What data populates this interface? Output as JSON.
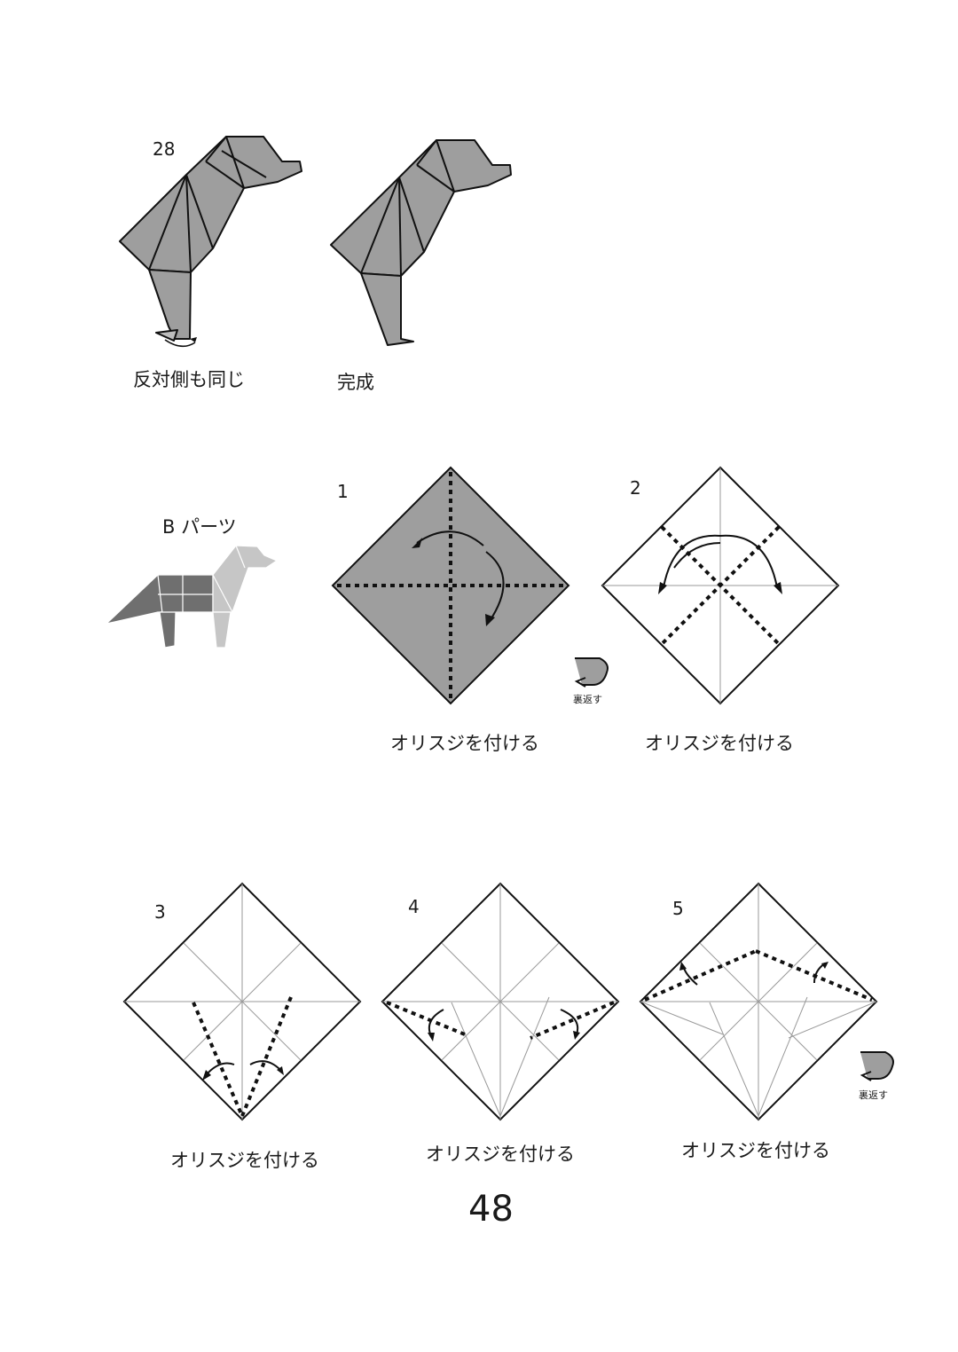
{
  "steps": {
    "s28": {
      "number": "28",
      "caption": "反対側も同じ"
    },
    "done": {
      "caption": "完成"
    },
    "part": {
      "title": "B パーツ"
    },
    "s1": {
      "number": "1",
      "caption": "オリスジを付ける"
    },
    "s2": {
      "number": "2",
      "caption": "オリスジを付ける"
    },
    "s3": {
      "number": "3",
      "caption": "オリスジを付ける"
    },
    "s4": {
      "number": "4",
      "caption": "オリスジを付ける"
    },
    "s5": {
      "number": "5",
      "caption": "オリスジを付ける"
    }
  },
  "turn_over": {
    "label": "裏返す"
  },
  "page": {
    "number": "48"
  },
  "colors": {
    "paper_grey": "#9e9e9e",
    "paper_light": "#c4c4c4",
    "line": "#111111"
  }
}
